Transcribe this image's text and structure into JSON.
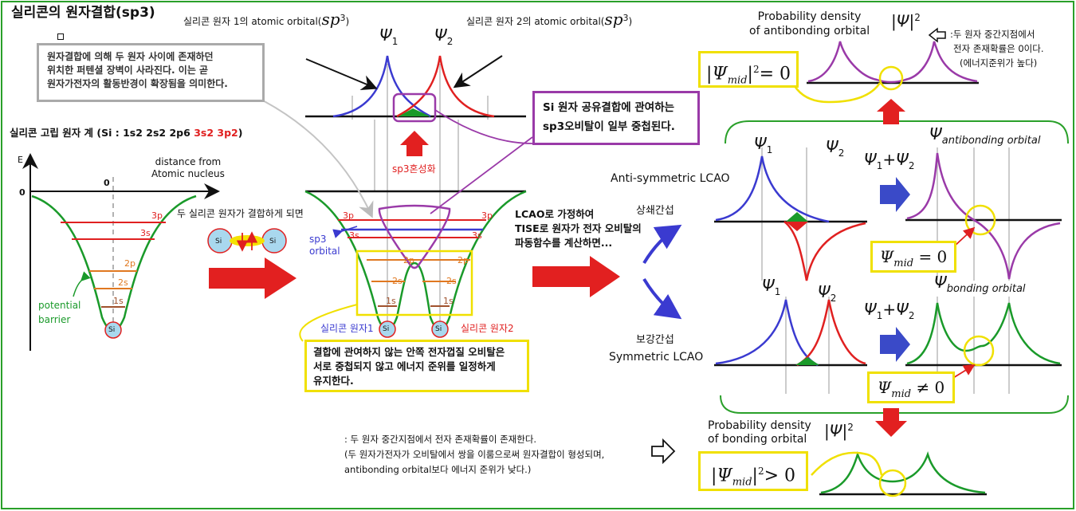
{
  "title": "실리콘의 원자결합(sp3)",
  "top_labels": {
    "orbital1": "실리콘 원자 1의 atomic orbital(",
    "orbital2": "실리콘 원자 2의 atomic orbital(",
    "sp3": "sp",
    "sp3_sup": "3",
    "paren_close": ")"
  },
  "psi": {
    "psi1": "Ψ",
    "psi2": "Ψ",
    "sub1": "1",
    "sub2": "2",
    "plus": "+"
  },
  "gray_note": [
    "원자결합에 의해 두 원자 사이에 존재하던",
    "위치한 퍼텐셜 장벽이 사라진다. 이는 곧",
    "원자가전자의 활동반경이 확장됨을 의미한다."
  ],
  "left_panel": {
    "system_prefix": "실리콘 고립 원자 계 (Si : 1s2 2s2 2p6 ",
    "system_red": "3s2 3p2",
    "system_suffix": ")",
    "axis_e": "E",
    "axis_zero": "0",
    "origin_zero": "0",
    "distance": [
      "distance from",
      "Atomic nucleus"
    ],
    "levels": [
      "3p",
      "3s",
      "2p",
      "2s",
      "1s"
    ],
    "potential": [
      "potential",
      "barrier"
    ],
    "si": "Si"
  },
  "arrow1_label": "두 실리콘 원자가 결합하게 되면",
  "middle": {
    "sp3_orbital": [
      "sp3",
      "orbital"
    ],
    "hybrid": "sp3혼성화",
    "atom1": "실리콘 원자1",
    "atom2": "실리콘 원자2",
    "levels_left": [
      "3p",
      "3s",
      "2p",
      "2s",
      "1s"
    ],
    "levels_right": [
      "3p",
      "3s",
      "2p",
      "2s",
      "1s"
    ],
    "inner_note": [
      "결합에 관여하지 않는 안쪽 전자껍질 오비탈은",
      "서로 중첩되지 않고 에너지 준위를 일정하게",
      "유지한다."
    ]
  },
  "purple_box": [
    "Si 원자 공유결합에 관여하는",
    "sp3오비탈이 일부 중첩된다."
  ],
  "lcao_note": [
    "LCAO로 가정하여",
    "TISE로 원자가 전자 오비탈의",
    "파동함수를 계산하면..."
  ],
  "anti": {
    "label": "Anti-symmetric LCAO",
    "korean": "상쇄간섭",
    "result": "antibonding orbital",
    "mid": "mid",
    "mid_eq": "= 0"
  },
  "bond": {
    "label": "Symmetric LCAO",
    "korean": "보강간섭",
    "result": "bonding orbital",
    "mid": "mid",
    "mid_eq": "≠ 0"
  },
  "antibonding_density": {
    "title": [
      "Probability density",
      "of antibonding orbital"
    ],
    "abs_psi": "|Ψ|",
    "sq": "2",
    "mid_expr": "|Ψ",
    "mid_sub": "mid",
    "mid_tail": "|",
    "mid_eq": "= 0",
    "note": [
      ":두 원자 중간지점에서",
      "전자 존재확률은 0이다.",
      "(에너지준위가 높다)"
    ]
  },
  "bonding_density": {
    "title": [
      "Probability density",
      "of bonding orbital"
    ],
    "abs_psi": "|Ψ|",
    "sq": "2",
    "mid_expr": "|Ψ",
    "mid_sub": "mid",
    "mid_tail": "|",
    "mid_eq": "> 0",
    "note": [
      ": 두 원자 중간지점에서 전자 존재확률이 존재한다.",
      "(두 원자가전자가 오비탈에서 쌍을 이룸으로써 원자결합이 형성되며,",
      " antibonding orbital보다 에너지 준위가 낮다.)"
    ]
  },
  "colors": {
    "blue": "#3a3ad0",
    "red": "#e02020",
    "green": "#1a9a2a",
    "purple": "#9a3aa8",
    "yellow": "#f0e000",
    "orange": "#e07820",
    "frame": "#2aa02a"
  }
}
